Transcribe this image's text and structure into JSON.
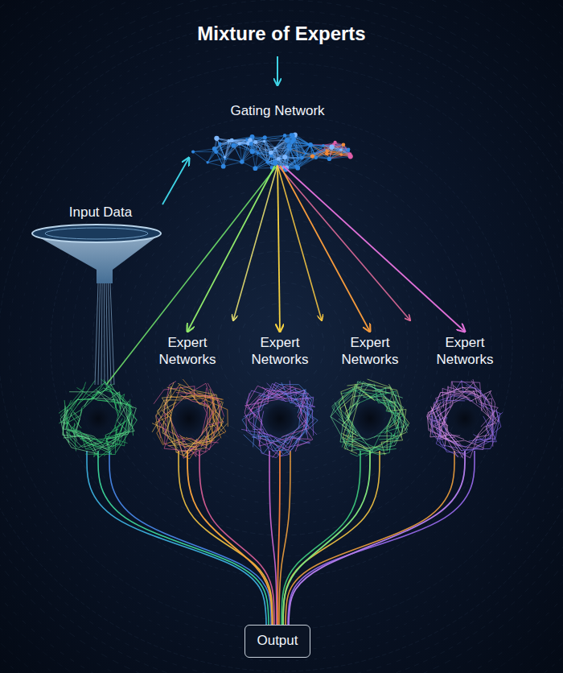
{
  "diagram": {
    "title": "Mixture of Experts",
    "nodes": [
      {
        "text": [
          "Gating Network"
        ]
      },
      {
        "text": [
          "Input Data"
        ]
      },
      {
        "text": [
          "Expert Networks"
        ]
      },
      {
        "text": [
          "Expert Networks"
        ]
      },
      {
        "text": [
          "Expert Networks"
        ]
      },
      {
        "text": [
          "Expert Networks"
        ]
      },
      {
        "text": [
          "Output"
        ]
      }
    ],
    "edges": [
      {
        "from": 1,
        "to": 0,
        "arrow": "to"
      },
      {
        "from": 0,
        "to": 2,
        "arrow": "to"
      },
      {
        "from": 0,
        "to": 3,
        "arrow": "to"
      },
      {
        "from": 0,
        "to": 4,
        "arrow": "to"
      },
      {
        "from": 0,
        "to": 5,
        "arrow": "to"
      },
      {
        "from": 2,
        "to": 6,
        "arrow": "none"
      },
      {
        "from": 3,
        "to": 6,
        "arrow": "none"
      },
      {
        "from": 4,
        "to": 6,
        "arrow": "none"
      },
      {
        "from": 5,
        "to": 6,
        "arrow": "none"
      }
    ]
  }
}
